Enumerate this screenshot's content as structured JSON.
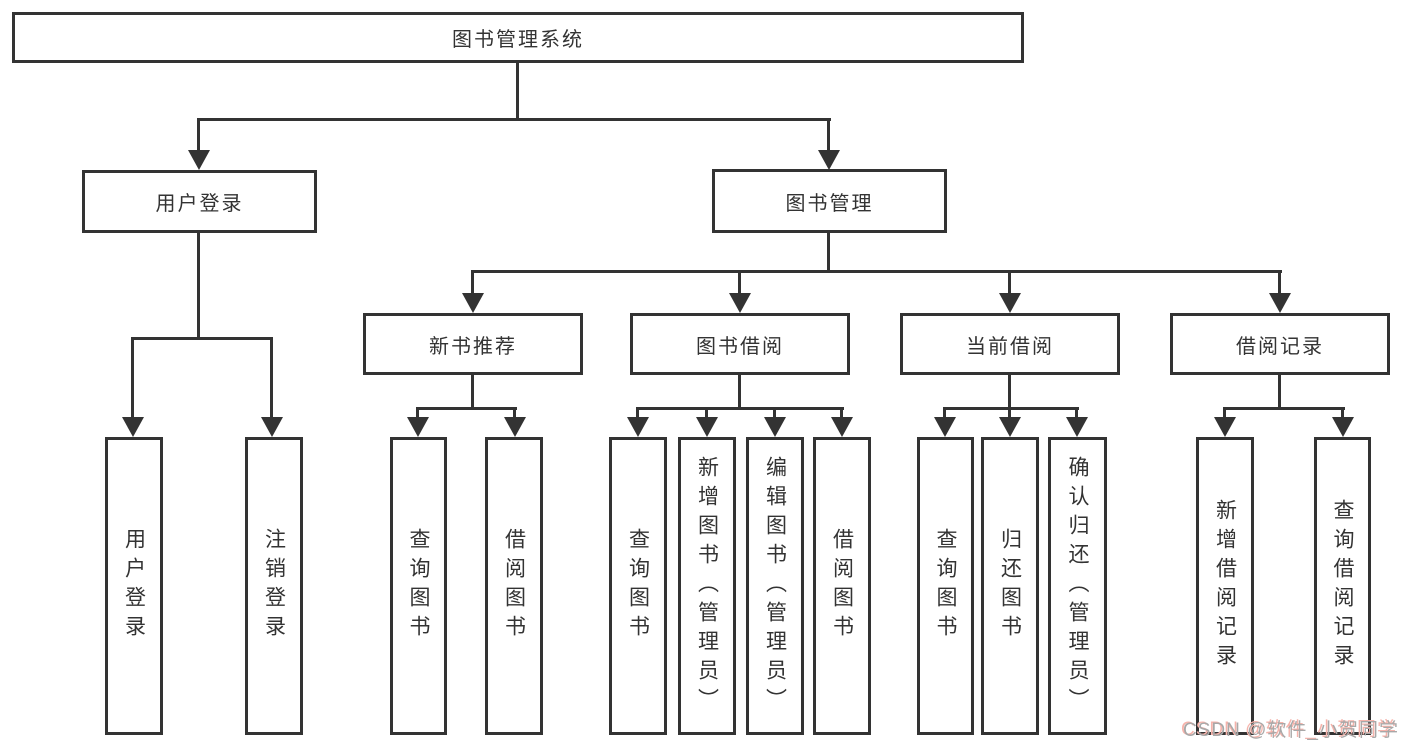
{
  "diagram": {
    "background": "#ffffff",
    "line_color": "#333333",
    "tree": {
      "root": {
        "label": "图书管理系统",
        "children": [
          {
            "label": "用户登录",
            "children": [
              {
                "label": "用户登录"
              },
              {
                "label": "注销登录"
              }
            ]
          },
          {
            "label": "图书管理",
            "children": [
              {
                "label": "新书推荐",
                "children": [
                  {
                    "label": "查询图书"
                  },
                  {
                    "label": "借阅图书"
                  }
                ]
              },
              {
                "label": "图书借阅",
                "children": [
                  {
                    "label": "查询图书"
                  },
                  {
                    "label": "新增图书（管理员）"
                  },
                  {
                    "label": "编辑图书（管理员）"
                  },
                  {
                    "label": "借阅图书"
                  }
                ]
              },
              {
                "label": "当前借阅",
                "children": [
                  {
                    "label": "查询图书"
                  },
                  {
                    "label": "归还图书"
                  },
                  {
                    "label": "确认归还（管理员）"
                  }
                ]
              },
              {
                "label": "借阅记录",
                "children": [
                  {
                    "label": "新增借阅记录"
                  },
                  {
                    "label": "查询借阅记录"
                  }
                ]
              }
            ]
          }
        ]
      }
    }
  },
  "watermark": {
    "text": "CSDN @软件_小贺同学",
    "color": "#a8a8a8",
    "shadow_color": "#f6b3ab"
  }
}
